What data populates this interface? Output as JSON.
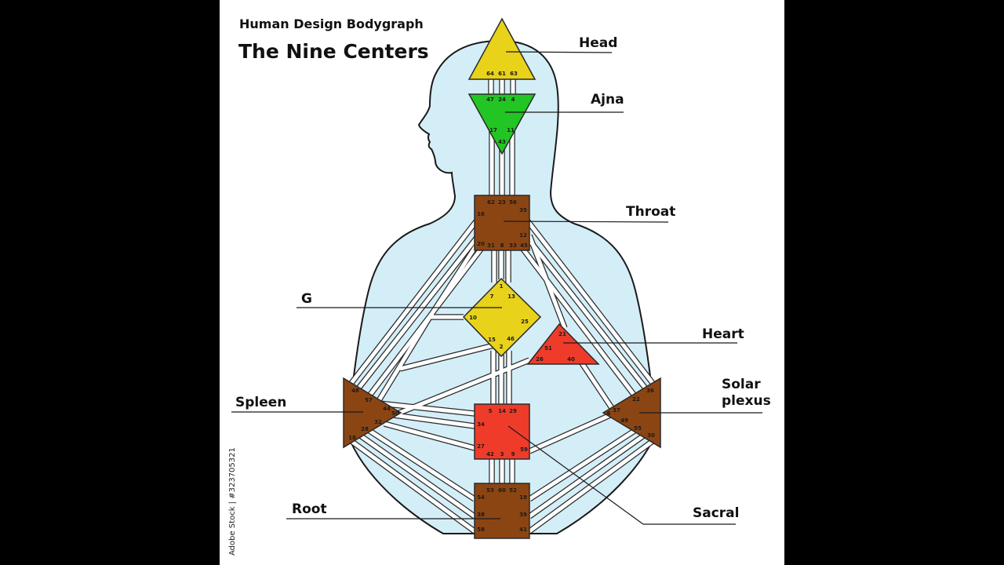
{
  "header": {
    "subtitle": "Human Design Bodygraph",
    "title": "The Nine Centers"
  },
  "watermark": "Adobe Stock | #323705321",
  "colors": {
    "silhouette": "#d4eef8",
    "head": "#e8d21a",
    "ajna": "#22c523",
    "throat": "#8b4513",
    "g": "#e8d21a",
    "heart": "#ef3b2a",
    "spleen": "#8b4513",
    "sacral": "#ef3b2a",
    "solar_plexus": "#8b4513",
    "root": "#8b4513"
  },
  "centers": {
    "head": {
      "label": "Head",
      "gates": [
        "64",
        "61",
        "63"
      ]
    },
    "ajna": {
      "label": "Ajna",
      "gates": [
        "47",
        "24",
        "4",
        "17",
        "11",
        "43"
      ]
    },
    "throat": {
      "label": "Throat",
      "gates": [
        "62",
        "23",
        "56",
        "16",
        "35",
        "12",
        "20",
        "31",
        "8",
        "33",
        "45"
      ]
    },
    "g": {
      "label": "G",
      "gates": [
        "1",
        "7",
        "13",
        "10",
        "25",
        "15",
        "46",
        "2"
      ]
    },
    "heart": {
      "label": "Heart",
      "gates": [
        "21",
        "51",
        "26",
        "40"
      ]
    },
    "spleen": {
      "label": "Spleen",
      "gates": [
        "48",
        "57",
        "44",
        "50",
        "32",
        "28",
        "18"
      ]
    },
    "sacral": {
      "label": "Sacral",
      "gates": [
        "5",
        "14",
        "29",
        "34",
        "27",
        "59",
        "42",
        "3",
        "9"
      ]
    },
    "solar_plexus": {
      "label": "Solar plexus",
      "label_lines": [
        "Solar",
        "plexus"
      ],
      "gates": [
        "36",
        "22",
        "6",
        "37",
        "49",
        "55",
        "30"
      ]
    },
    "root": {
      "label": "Root",
      "gates": [
        "53",
        "60",
        "52",
        "54",
        "19",
        "38",
        "39",
        "58",
        "41"
      ]
    }
  }
}
